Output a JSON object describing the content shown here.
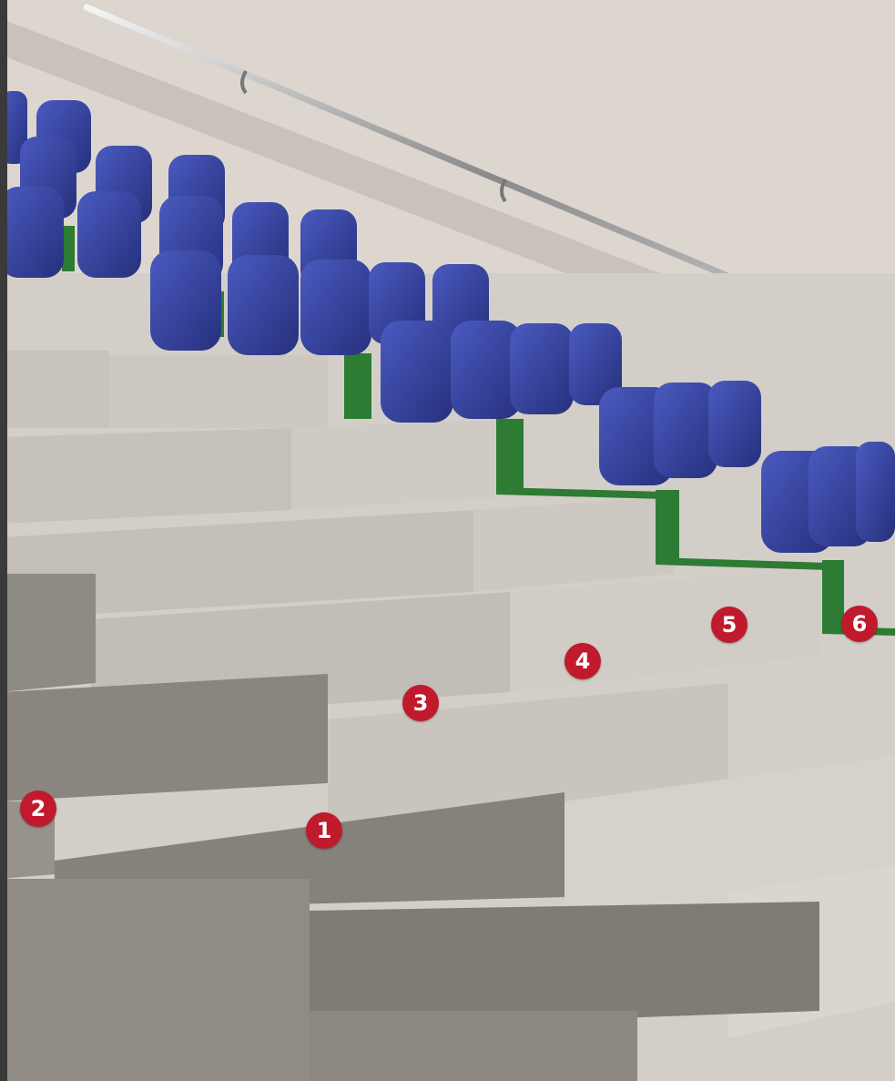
{
  "markers": [
    {
      "id": "1",
      "label": "1"
    },
    {
      "id": "2",
      "label": "2"
    },
    {
      "id": "3",
      "label": "3"
    },
    {
      "id": "4",
      "label": "4"
    },
    {
      "id": "5",
      "label": "5"
    },
    {
      "id": "6",
      "label": "6"
    }
  ],
  "colors": {
    "marker": "#c01a2c",
    "seat": "#2f3d98",
    "bracket": "#2e7b34",
    "concrete": "#8c8a82",
    "finish": "#d8d4cd",
    "wall": "#ddd6cf",
    "frame": "#3a3a3a"
  }
}
